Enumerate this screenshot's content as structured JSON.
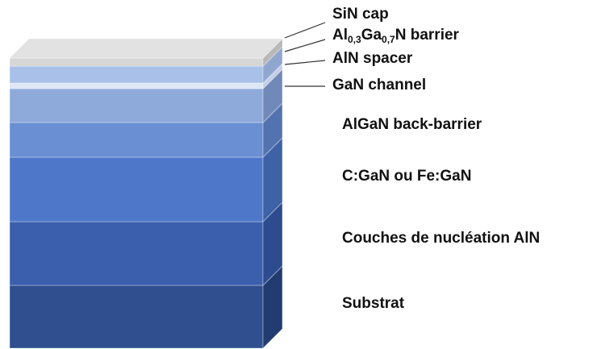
{
  "layers": [
    {
      "name": "SiN cap",
      "colors": {
        "front": "#d6d6d6",
        "side": "#b8b8b8",
        "top": "#e2e2e2"
      }
    },
    {
      "name": "AlGaN barrier",
      "colors": {
        "front": "#a9c1e9",
        "side": "#8fa6cf"
      }
    },
    {
      "name": "AlN spacer",
      "colors": {
        "front": "#dde7f6",
        "side": "#c2cfe6"
      }
    },
    {
      "name": "GaN channel",
      "colors": {
        "front": "#8eaadb",
        "side": "#7189b8"
      }
    },
    {
      "name": "AlGaN back-barrier",
      "colors": {
        "front": "#6a8fd2",
        "side": "#5373b0"
      }
    },
    {
      "name": "C:GaN ou Fe:GaN",
      "colors": {
        "front": "#4e77c9",
        "side": "#3d62a6"
      }
    },
    {
      "name": "Couches de nucléation AlN",
      "colors": {
        "front": "#3b5fad",
        "side": "#2c4c8f"
      }
    },
    {
      "name": "Substrat",
      "colors": {
        "front": "#2f4f8f",
        "side": "#223c72"
      }
    }
  ],
  "labels": {
    "sin_cap": "SiN cap",
    "barrier": {
      "al": "Al",
      "al_sub": "0,3",
      "ga": "Ga",
      "ga_sub": "0,7",
      "rest": "N barrier"
    },
    "aln_spacer": "AlN spacer",
    "gan_channel": "GaN channel",
    "back_barrier": "AlGaN back-barrier",
    "buffer": "C:GaN ou Fe:GaN",
    "nucleation": "Couches de nucléation AlN",
    "substrate": "Substrat"
  }
}
